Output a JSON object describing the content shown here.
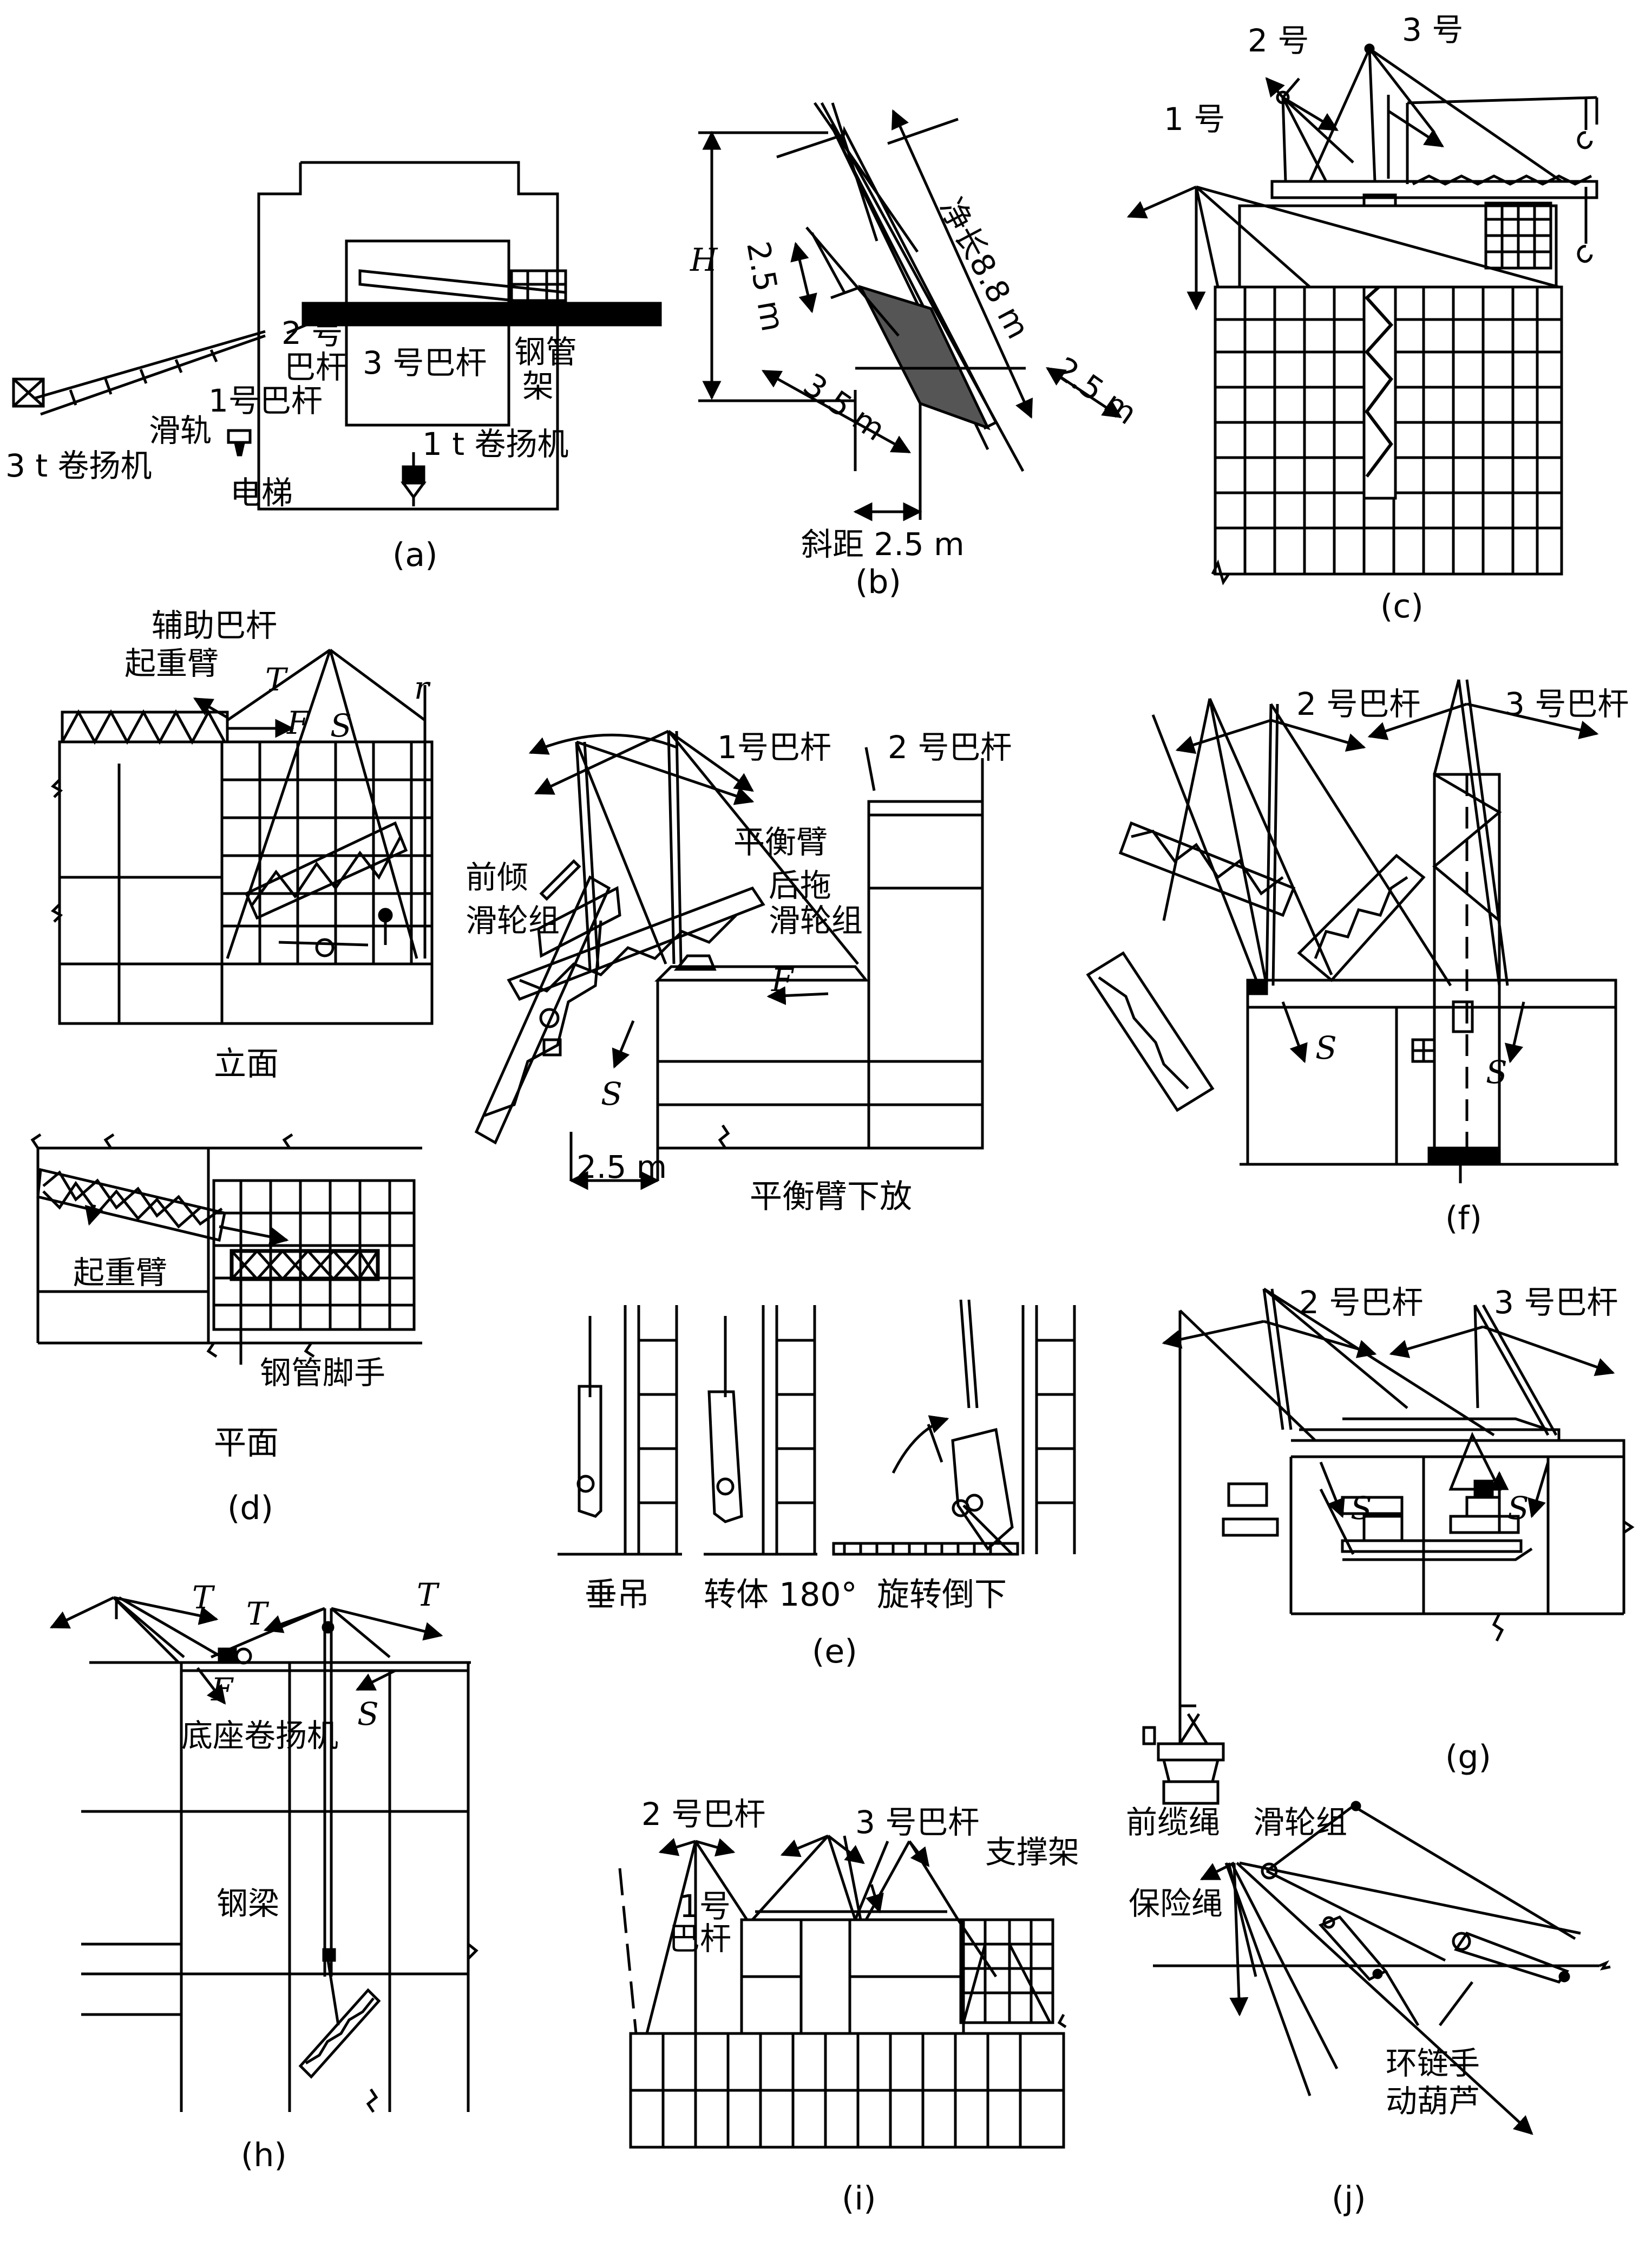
{
  "panels": {
    "a": {
      "caption": "(a)",
      "labels": [
        "2 号",
        "巴杆",
        "3 号巴杆",
        "钢管",
        "架",
        "1号巴杆",
        "滑轨",
        "3 t 卷扬机",
        "电梯",
        "1 t 卷扬机"
      ]
    },
    "b": {
      "caption": "(b)",
      "labels": [
        "H",
        "净长8.8 m",
        "2.5 m",
        "3.5 m",
        "2.5 m",
        "斜距 2.5 m"
      ]
    },
    "c": {
      "caption": "(c)",
      "labels": [
        "2 号",
        "3 号",
        "1 号"
      ]
    },
    "d": {
      "caption": "(d)",
      "labels": [
        "辅助巴杆",
        "起重臂",
        "T",
        "F",
        "S",
        "r",
        "立面",
        "起重臂",
        "钢管脚手",
        "平面"
      ]
    },
    "center": {
      "labels": [
        "1号巴杆",
        "2 号巴杆",
        "平衡臂",
        "前倾",
        "滑轮组",
        "后拖",
        "滑轮组",
        "F",
        "S",
        "2.5 m",
        "平衡臂下放"
      ]
    },
    "e": {
      "caption": "(e)",
      "labels": [
        "垂吊",
        "转体 180°",
        "旋转倒下"
      ]
    },
    "f": {
      "caption": "(f)",
      "labels": [
        "2 号巴杆",
        "3 号巴杆",
        "S",
        "S"
      ]
    },
    "g": {
      "caption": "(g)",
      "labels": [
        "2 号巴杆",
        "3 号巴杆",
        "S",
        "S"
      ]
    },
    "h": {
      "caption": "(h)",
      "labels": [
        "T",
        "T",
        "T",
        "F",
        "S",
        "底座卷扬机",
        "钢梁"
      ]
    },
    "i": {
      "caption": "(i)",
      "labels": [
        "2 号巴杆",
        "3 号巴杆",
        "支撑架",
        "1号",
        "巴杆"
      ]
    },
    "j": {
      "caption": "(j)",
      "labels": [
        "前缆绳",
        "滑轮组",
        "保险绳",
        "环链手",
        "动葫芦"
      ]
    }
  }
}
